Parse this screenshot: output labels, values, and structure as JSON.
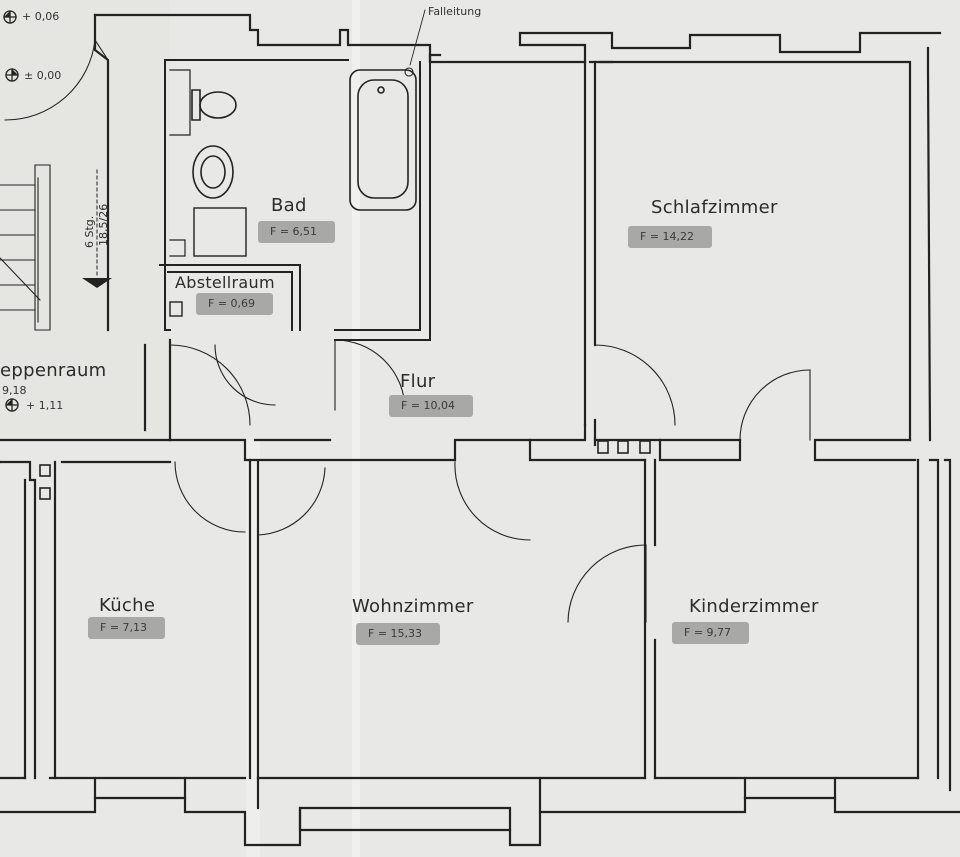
{
  "levels": {
    "top": "0,06",
    "floor": "± 0,00",
    "stair_landing": "+ 1,11"
  },
  "annotations": {
    "falleitung": "Falleitung",
    "stairs_count": "6 Stg.",
    "stairs_ratio": "18,5/26",
    "stair_room_area": "9,18"
  },
  "rooms": {
    "bad": {
      "name": "Bad",
      "area": "F = 6,51"
    },
    "abstellraum": {
      "name": "Abstellraum",
      "area": "F = 0,69"
    },
    "flur": {
      "name": "Flur",
      "area": "F = 10,04"
    },
    "schlafzimmer": {
      "name": "Schlafzimmer",
      "area": "F = 14,22"
    },
    "treppenraum": {
      "name": "eppenraum"
    },
    "kueche": {
      "name": "Küche",
      "area": "F = 7,13"
    },
    "wohnzimmer": {
      "name": "Wohnzimmer",
      "area": "F = 15,33"
    },
    "kinderzimmer": {
      "name": "Kinderzimmer",
      "area": "F = 9,77"
    }
  }
}
